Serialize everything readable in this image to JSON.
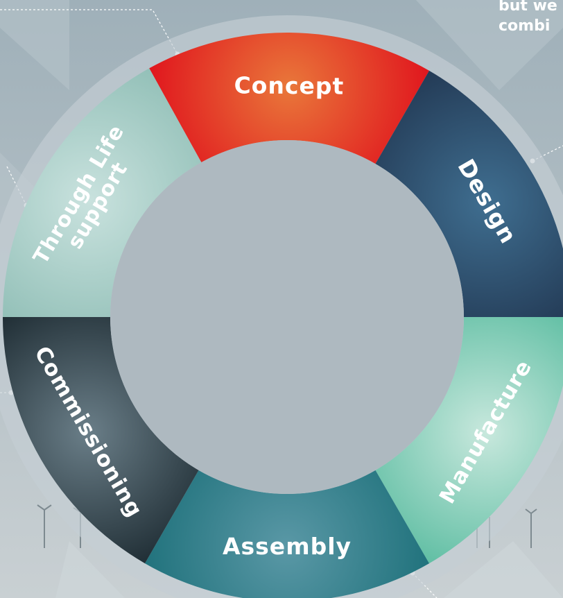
{
  "top_right_text": [
    "but we",
    "combi"
  ],
  "segments": [
    {
      "id": "concept",
      "label": "Concept",
      "color_center": "#e9773a",
      "color_edge": "#e0131d",
      "start_deg": -29,
      "end_deg": 30
    },
    {
      "id": "design",
      "label": "Design",
      "color_center": "#3f6e90",
      "color_edge": "#233a55",
      "start_deg": 30,
      "end_deg": 90
    },
    {
      "id": "manufacture",
      "label": "Manufacture",
      "color_center": "#c8e8dd",
      "color_edge": "#5fbea3",
      "start_deg": 90,
      "end_deg": 150
    },
    {
      "id": "assembly",
      "label": "Assembly",
      "color_center": "#5a98a6",
      "color_edge": "#20727c",
      "start_deg": 150,
      "end_deg": 210
    },
    {
      "id": "commissioning",
      "label": "Commissioning",
      "color_center": "#6a7e88",
      "color_edge": "#1f2d34",
      "start_deg": 210,
      "end_deg": 270
    },
    {
      "id": "through-life-support",
      "label_lines": [
        "Through Life",
        "support"
      ],
      "color_center": "#c9e2de",
      "color_edge": "#93c0b8",
      "start_deg": 270,
      "end_deg": 331
    }
  ],
  "colors": {
    "background": "#aab6bd",
    "outer_ring": "#c4ced4",
    "inner_disc": "#aeb9c0"
  }
}
